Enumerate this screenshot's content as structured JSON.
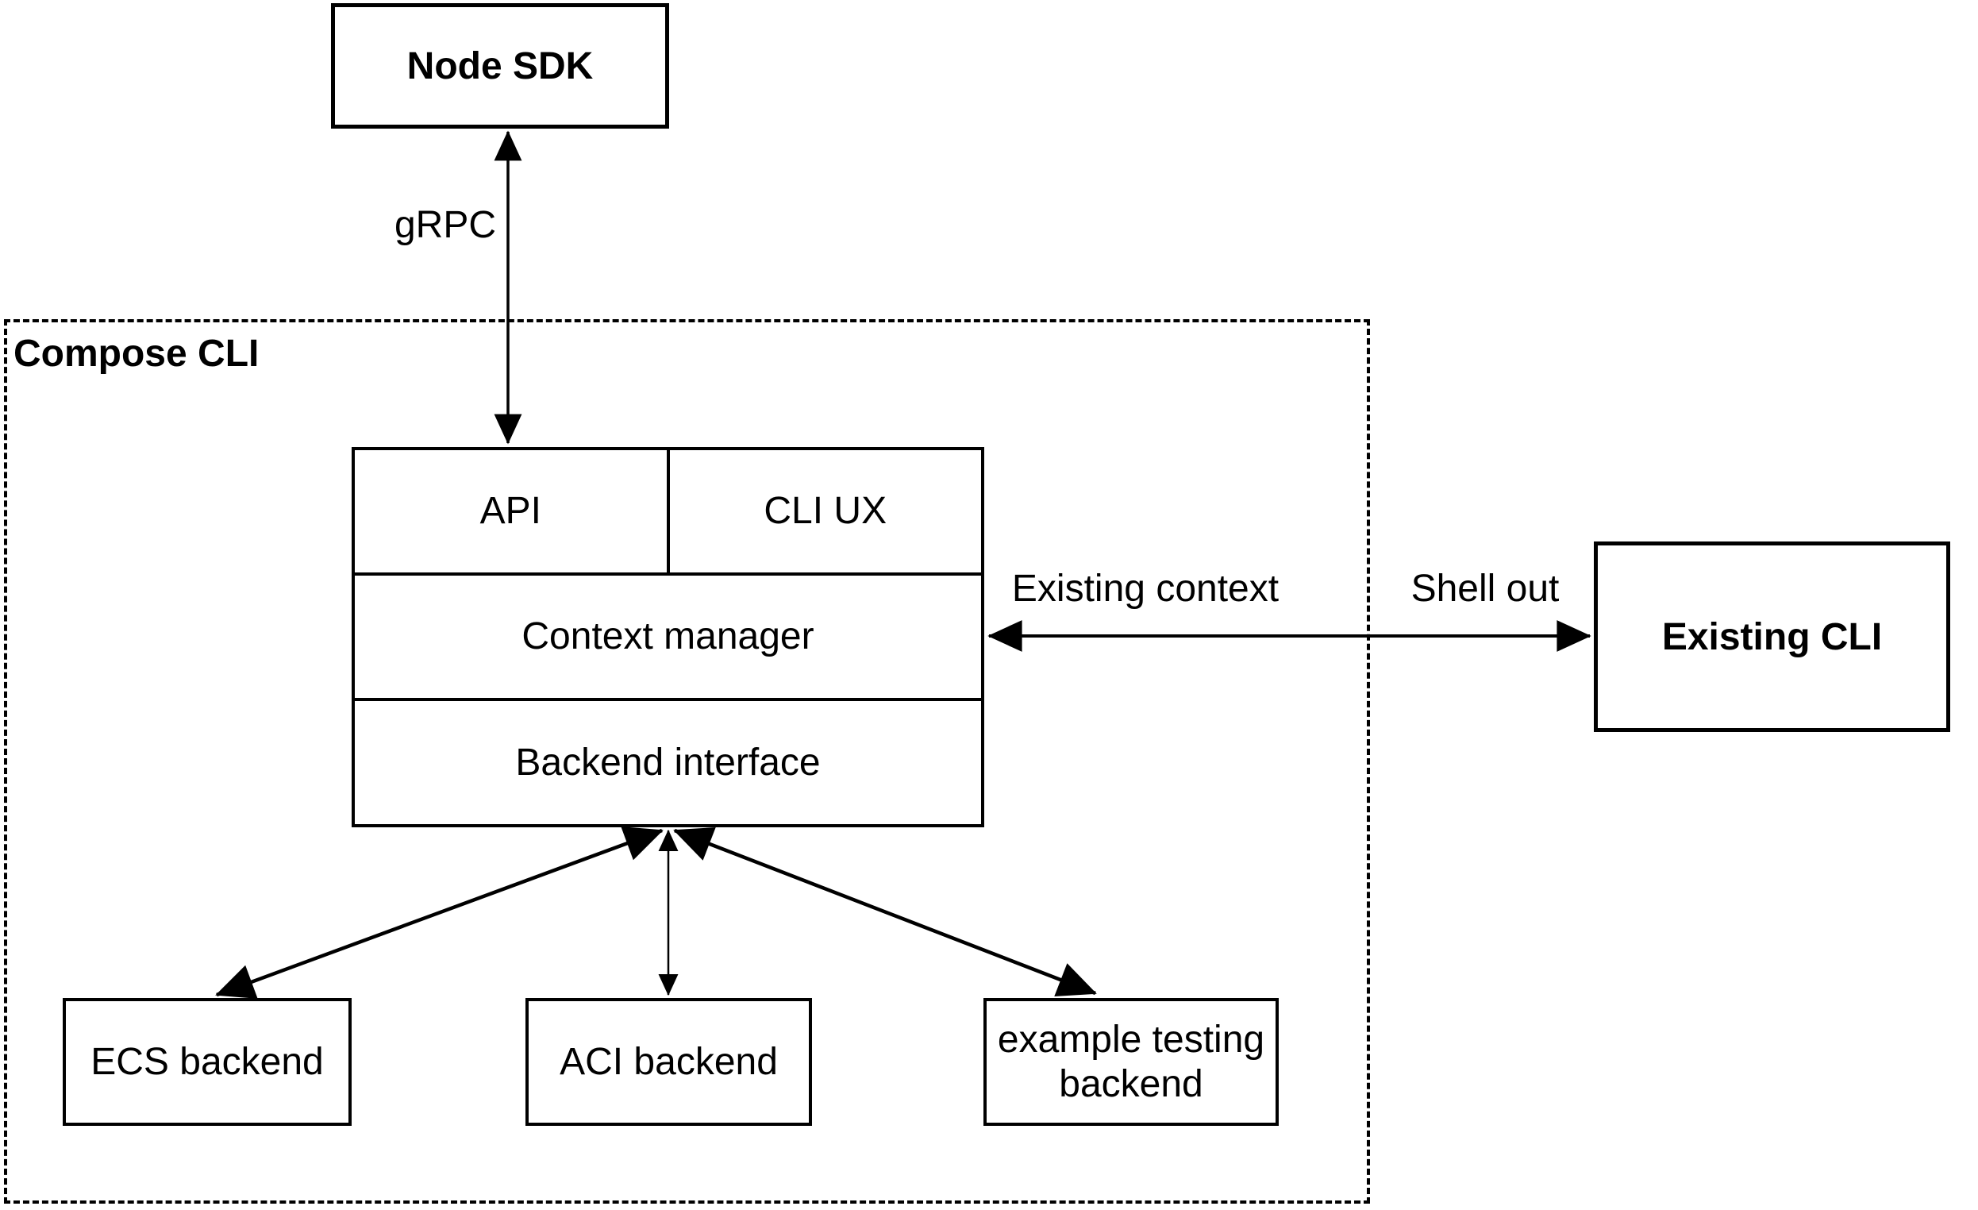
{
  "diagram": {
    "type": "architecture-diagram",
    "colors": {
      "stroke": "#000000",
      "text": "#000000",
      "background": "#ffffff"
    },
    "nodes": {
      "node_sdk": {
        "label": "Node SDK"
      },
      "compose_cli_group": {
        "label": "Compose CLI"
      },
      "api": {
        "label": "API"
      },
      "cli_ux": {
        "label": "CLI UX"
      },
      "context_manager": {
        "label": "Context manager"
      },
      "backend_interface": {
        "label": "Backend interface"
      },
      "ecs_backend": {
        "label": "ECS backend"
      },
      "aci_backend": {
        "label": "ACI backend"
      },
      "example_testing_backend": {
        "label": "example testing backend"
      },
      "existing_cli": {
        "label": "Existing CLI"
      }
    },
    "edges": [
      {
        "from": "node_sdk",
        "to": "api",
        "label": "gRPC",
        "bidirectional": true
      },
      {
        "from": "context_manager",
        "to": "existing_cli",
        "label_left": "Existing context",
        "label_right": "Shell out",
        "bidirectional": true
      },
      {
        "from": "backend_interface",
        "to": "ecs_backend",
        "label": "",
        "bidirectional": true
      },
      {
        "from": "backend_interface",
        "to": "aci_backend",
        "label": "",
        "bidirectional": true
      },
      {
        "from": "backend_interface",
        "to": "example_testing_backend",
        "label": "",
        "bidirectional": true
      }
    ]
  }
}
